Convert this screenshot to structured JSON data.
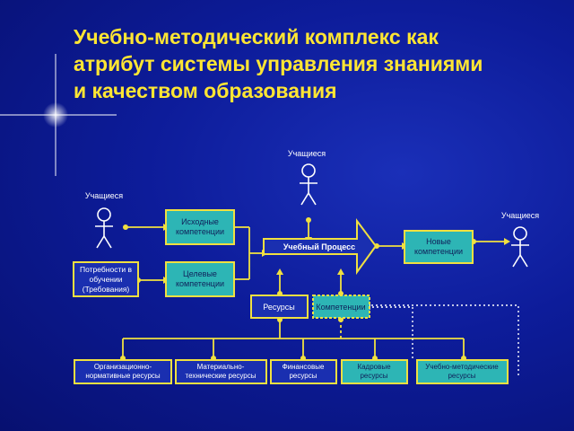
{
  "title": {
    "line1": "Учебно-методический комплекс как",
    "line2": "атрибут системы управления знаниями",
    "line3": "и качеством образования"
  },
  "colors": {
    "accent": "#ffe633",
    "box_teal": "#2db5b5",
    "box_blue": "#1a2fb0",
    "line": "#f0e040"
  },
  "diagram": {
    "student_top": "Учащиеся",
    "student_left": "Учащиеся",
    "student_right": "Учащиеся",
    "initial_line1": "Исходные",
    "initial_line2": "компетенции",
    "target_line1": "Целевые",
    "target_line2": "компетенции",
    "needs_line1": "Потребности в",
    "needs_line2": "обучении",
    "needs_line3": "(Требования)",
    "process": "Учебный Процесс",
    "new_line1": "Новые",
    "new_line2": "компетенции",
    "resources": "Ресурсы",
    "competences": "Компетенции",
    "org_line1": "Организационно-",
    "org_line2": "нормативные ресурсы",
    "mat_line1": "Материально-",
    "mat_line2": "технические ресурсы",
    "fin_line1": "Финансовые",
    "fin_line2": "ресурсы",
    "staff_line1": "Кадровые",
    "staff_line2": "ресурсы",
    "edu_line1": "Учебно-методические",
    "edu_line2": "ресурсы"
  }
}
